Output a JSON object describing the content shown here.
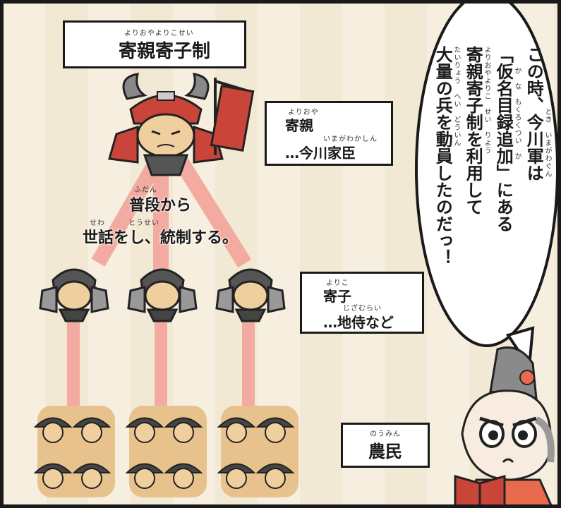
{
  "colors": {
    "accent_line": "#f3a39a",
    "border": "#1a1a1a",
    "background": "#f6efe0",
    "ground": "#e7c28d"
  },
  "title": {
    "ruby": "よりおやよりこせい",
    "text": "寄親寄子制"
  },
  "oyako": {
    "ruby": "よりおや",
    "text": "寄親",
    "sub_ruby": "いまがわかしん",
    "sub_text": "…今川家臣"
  },
  "middle_text": {
    "ruby1": "ふだん",
    "line1": "普段から",
    "ruby2": "せわ　　　とうせい",
    "line2": "世話をし、統制する。"
  },
  "yoriko": {
    "ruby": "よりこ",
    "text": "寄子",
    "sub_ruby": "じざむらい",
    "sub_text": "…地侍など"
  },
  "farmers": {
    "ruby": "のうみん",
    "text": "農民"
  },
  "speech": {
    "col1": "この時、今川軍は",
    "col1_ruby": "とき　いまがわぐん",
    "col2": "「仮名目録追加」にある",
    "col2_ruby": "か　な　もくろくつい　か",
    "col3": "寄親寄子制を利用して",
    "col3_ruby": "よりおやよりこ　せい　りよう",
    "col4": "大量の兵を動員したのだっ！",
    "col4_ruby": "たいりょう　へい　どういん"
  },
  "icons": [
    "samurai-lord-icon",
    "banner-icon",
    "samurai-retainer-icon",
    "farmer-icon",
    "narrator-girl-icon",
    "book-icon"
  ]
}
